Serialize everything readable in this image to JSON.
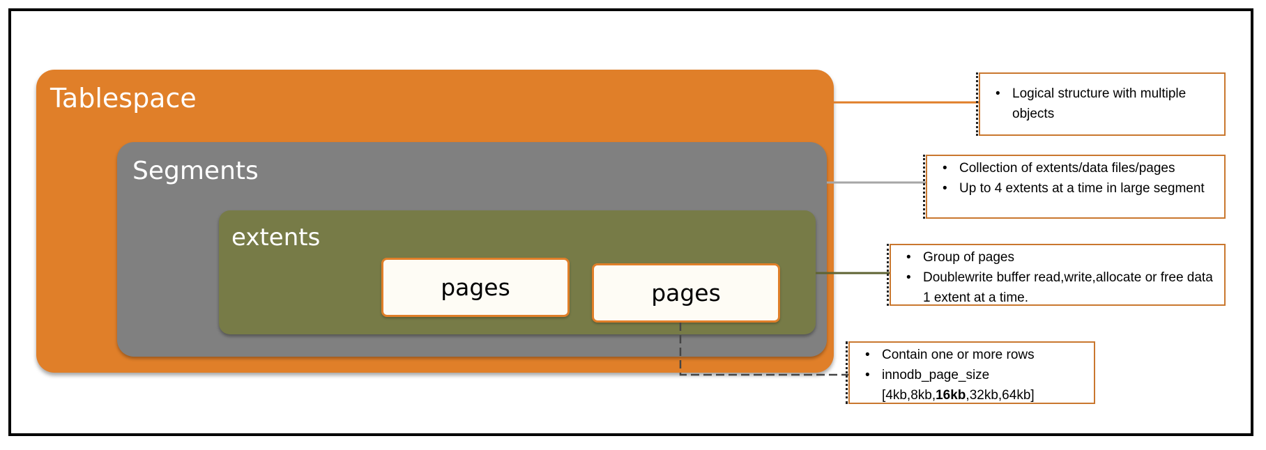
{
  "diagram": {
    "tablespace": {
      "label": "Tablespace"
    },
    "segments": {
      "label": "Segments"
    },
    "extents": {
      "label": "extents"
    },
    "pages": [
      {
        "label": "pages"
      },
      {
        "label": "pages"
      }
    ]
  },
  "notes": {
    "tablespace": {
      "items": [
        "Logical structure with multiple objects"
      ]
    },
    "segments": {
      "items": [
        "Collection of extents/data files/pages",
        "Up to 4 extents at a time in large segment"
      ]
    },
    "extents": {
      "items": [
        "Group of pages",
        "Doublewrite buffer read,write,allocate or free data  1 extent at a time."
      ]
    },
    "pages": {
      "item1": "Contain one or more rows",
      "item2_prefix": "innodb_page_size [4kb,8kb,",
      "item2_bold": "16kb",
      "item2_suffix": ",32kb,64kb]"
    }
  },
  "colors": {
    "tablespace": "#e07f29",
    "segments": "#808080",
    "extents": "#777b47",
    "note_border": "#c9772e"
  }
}
